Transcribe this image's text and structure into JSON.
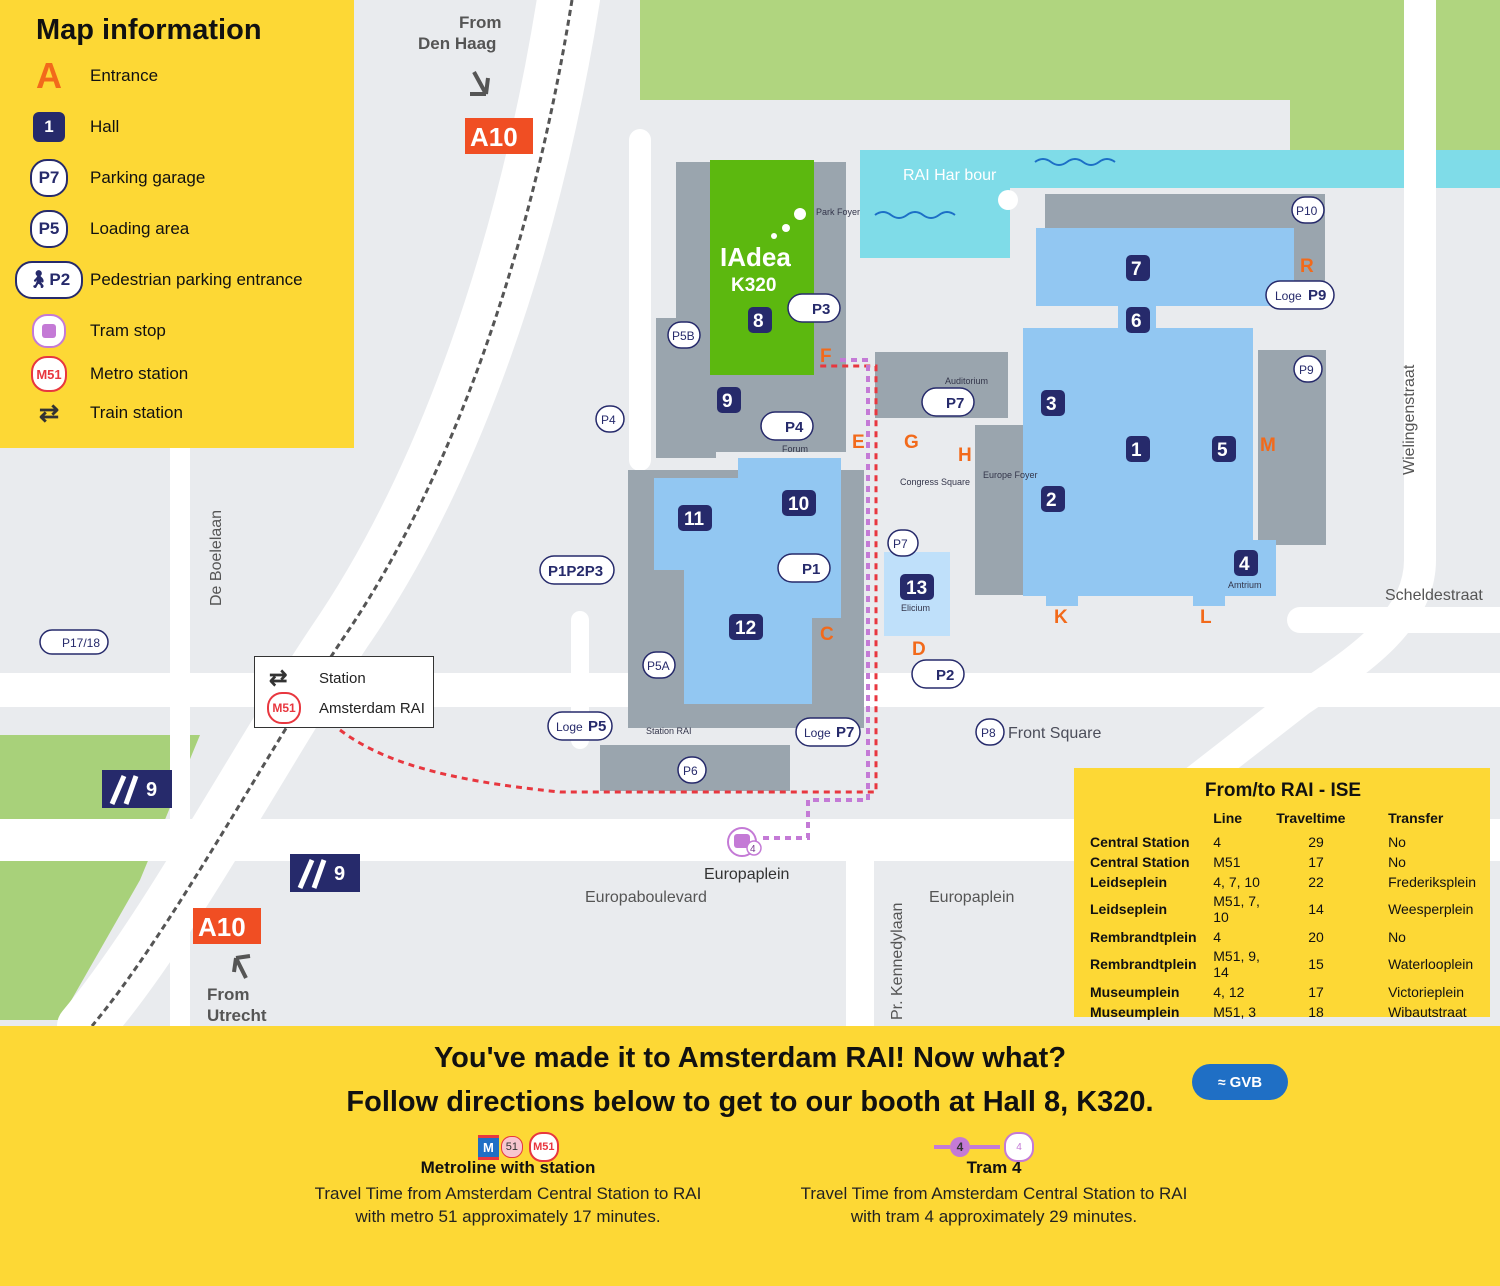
{
  "legend": {
    "title": "Map information",
    "items": [
      {
        "icon": "entrance-letter-icon",
        "glyph": "A",
        "label": "Entrance"
      },
      {
        "icon": "hall-number-icon",
        "glyph": "1",
        "label": "Hall"
      },
      {
        "icon": "parking-garage-icon",
        "glyph": "P7",
        "label": "Parking garage"
      },
      {
        "icon": "loading-area-icon",
        "glyph": "P5",
        "label": "Loading area"
      },
      {
        "icon": "pedestrian-parking-icon",
        "glyph": "P2",
        "label": "Pedestrian parking entrance"
      },
      {
        "icon": "tram-stop-icon",
        "glyph": "",
        "label": "Tram stop"
      },
      {
        "icon": "metro-station-icon",
        "glyph": "M51",
        "label": "Metro station"
      },
      {
        "icon": "train-station-icon",
        "glyph": "",
        "label": "Train station"
      }
    ]
  },
  "colors": {
    "legend_bg": "#fdd835",
    "hall_blue": "#92c7f2",
    "hall_dark": "#262a6b",
    "booth_green": "#5cb80f",
    "entrance_orange": "#f26a1b",
    "water": "#7fdce8",
    "grass": "#b0d57f",
    "building_grey": "#9aa5ae",
    "road_white": "#ffffff",
    "route_red": "#e8373f",
    "route_pink": "#c47ad6",
    "highway_red": "#f04e23",
    "gvb_blue": "#1f6fc5"
  },
  "map": {
    "from_den_haag": "From\nDen Haag",
    "from_utrecht": "From\nUtrecht",
    "highway_label": "A10",
    "exit_number": "9",
    "harbour": "RAI Har bour",
    "park_foyer": "Park\nFoyer",
    "booth_brand": "IAdea",
    "booth_id": "K320",
    "auditorium": "Auditorium",
    "forum": "Forum",
    "congress_square": "Congress\nSquare",
    "europe_foyer": "Europe\nFoyer",
    "elicium": "Elicium",
    "amtrium": "Amtrium",
    "station_rai": "Station RAI",
    "front_square": "Front Square",
    "parking_p17_18": "P17/18",
    "halls": [
      "1",
      "2",
      "3",
      "4",
      "5",
      "6",
      "7",
      "8",
      "9",
      "10",
      "11",
      "12",
      "13"
    ],
    "entrances": [
      "C",
      "D",
      "E",
      "F",
      "G",
      "H",
      "K",
      "L",
      "M",
      "R"
    ],
    "parking": {
      "p5b": "P5B",
      "p4": "P4",
      "p5a": "P5A",
      "p6": "P6",
      "p8": "P8",
      "p9": "P9",
      "p10": "P10",
      "p1p2p3": "P1P2P3",
      "ped_p3": "P3",
      "ped_p4": "P4",
      "ped_p7": "P7",
      "ped_p1": "P1",
      "ped_p2": "P2",
      "p7": "P7",
      "loge": "Loge",
      "loge_p5": "P5",
      "loge_p7": "P7",
      "loge_p9": "P9"
    },
    "streets": {
      "de_boelelaan": "De Boelelaan",
      "wielingenstraat": "Wielingenstraat",
      "scheldestraat": "Scheldestraat",
      "europaboulevard": "Europaboulevard",
      "europaplein_stop": "Europaplein",
      "europaplein_street": "Europaplein",
      "kennedylaan": "Pr. Kennedylaan"
    },
    "tram_line": "4"
  },
  "station_box": {
    "station": "Station",
    "metro_station": "Amsterdam RAI",
    "metro_line": "M51"
  },
  "route_table": {
    "title": "From/to RAI - ISE",
    "headers": [
      "",
      "Line",
      "Traveltime",
      "Transfer"
    ],
    "rows": [
      [
        "Central Station",
        "4",
        "29",
        "No"
      ],
      [
        "Central Station",
        "M51",
        "17",
        "No"
      ],
      [
        "Leidseplein",
        "4, 7, 10",
        "22",
        "Frederiksplein"
      ],
      [
        "Leidseplein",
        "M51, 7, 10",
        "14",
        "Weesperplein"
      ],
      [
        "Rembrandtplein",
        "4",
        "20",
        "No"
      ],
      [
        "Rembrandtplein",
        "M51, 9, 14",
        "15",
        "Waterlooplein"
      ],
      [
        "Museumplein",
        "4, 12",
        "17",
        "Victorieplein"
      ],
      [
        "Museumplein",
        "M51, 3",
        "18",
        "Wibautstraat"
      ]
    ]
  },
  "banner": {
    "headline1": "You've made it to Amsterdam RAI! Now what?",
    "headline2": "Follow directions below to get to our booth at Hall 8, K320.",
    "gvb_logo": "GVB",
    "metro": {
      "title": "Metroline with station",
      "desc": "Travel Time from Amsterdam Central Station to RAI with metro 51 approximately 17 minutes.",
      "badge_m": "M",
      "badge_line": "51",
      "badge_station": "M51"
    },
    "tram": {
      "title": "Tram 4",
      "desc": "Travel Time from Amsterdam Central Station to RAI with tram 4 approximately 29 minutes.",
      "badge_line": "4",
      "badge_stop": "4"
    }
  }
}
